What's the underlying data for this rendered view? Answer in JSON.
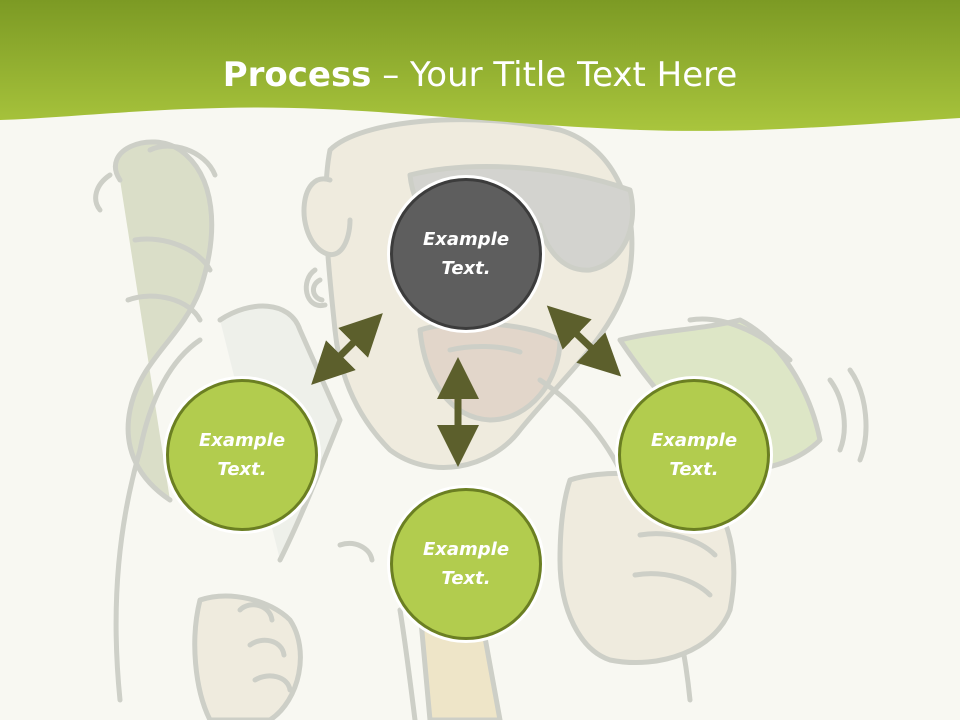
{
  "slide": {
    "title_bold": "Process",
    "title_rest": " – Your Title Text Here"
  },
  "nodes": [
    {
      "id": "center",
      "text": "Example\nText.",
      "style": "dark"
    },
    {
      "id": "left",
      "text": "Example\nText.",
      "style": "green"
    },
    {
      "id": "bottom",
      "text": "Example\nText.",
      "style": "green"
    },
    {
      "id": "right",
      "text": "Example\nText.",
      "style": "green"
    }
  ],
  "colors": {
    "header_green": "#a3c13a",
    "node_green": "#b2cc4e",
    "node_dark": "#5e5e5e",
    "arrow": "#5c5f2c"
  }
}
